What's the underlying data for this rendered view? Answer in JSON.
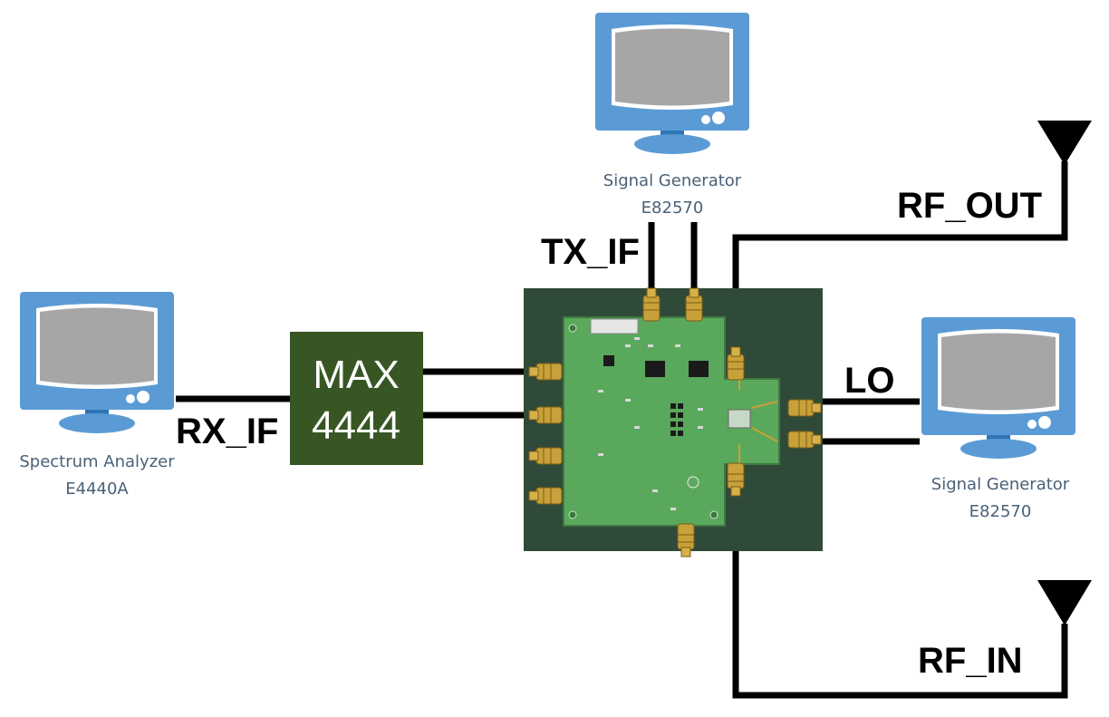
{
  "instruments": {
    "spectrum_analyzer": {
      "name": "Spectrum Analyzer",
      "model": "E4440A"
    },
    "sig_gen_top": {
      "name": "Signal Generator",
      "model": "E82570"
    },
    "sig_gen_right": {
      "name": "Signal Generator",
      "model": "E82570"
    }
  },
  "block": {
    "line1": "MAX",
    "line2": "4444",
    "color": "#375623"
  },
  "signals": {
    "rx_if": "RX_IF",
    "tx_if": "TX_IF",
    "lo": "LO",
    "rf_out": "RF_OUT",
    "rf_in": "RF_IN"
  },
  "colors": {
    "monitor_frame": "#5b9bd5",
    "monitor_screen": "#a6a6a6",
    "board_background": "#2f4a38",
    "pcb": "#5aa85c",
    "connector": "#c9a13a"
  },
  "icons": [
    "monitor-icon",
    "antenna-icon",
    "sma-connector-icon"
  ]
}
